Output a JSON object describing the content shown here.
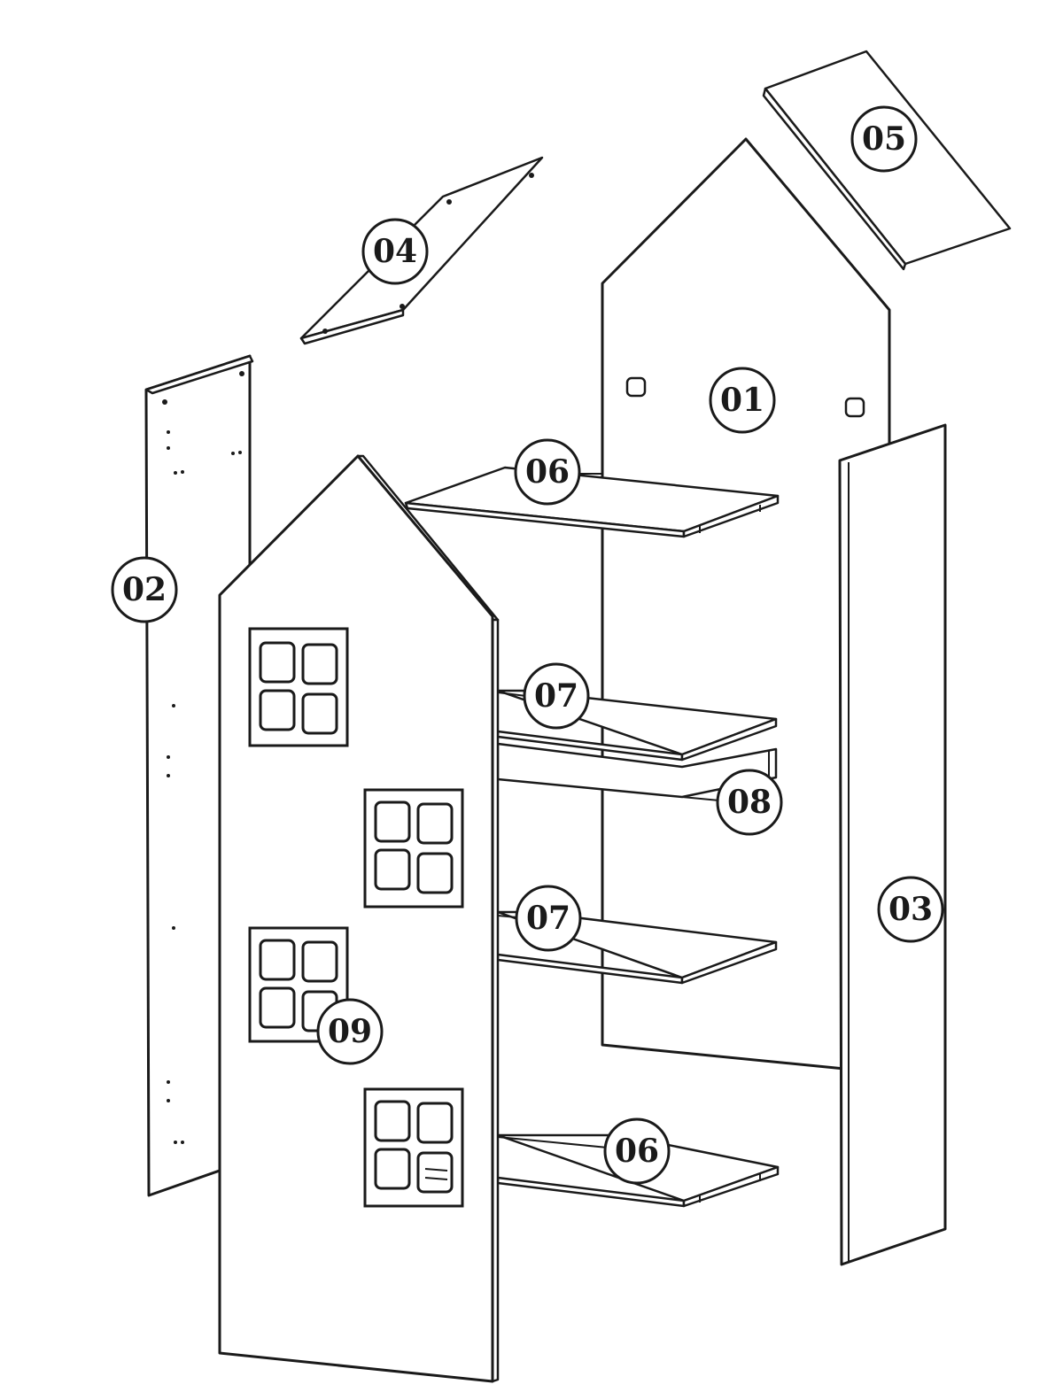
{
  "parts": [
    {
      "id": "part-01",
      "label": "01"
    },
    {
      "id": "part-02",
      "label": "02"
    },
    {
      "id": "part-03",
      "label": "03"
    },
    {
      "id": "part-04",
      "label": "04"
    },
    {
      "id": "part-05",
      "label": "05"
    },
    {
      "id": "part-06-top",
      "label": "06"
    },
    {
      "id": "part-07-upper",
      "label": "07"
    },
    {
      "id": "part-08",
      "label": "08"
    },
    {
      "id": "part-07-lower",
      "label": "07"
    },
    {
      "id": "part-09",
      "label": "09"
    },
    {
      "id": "part-06-bottom",
      "label": "06"
    }
  ]
}
